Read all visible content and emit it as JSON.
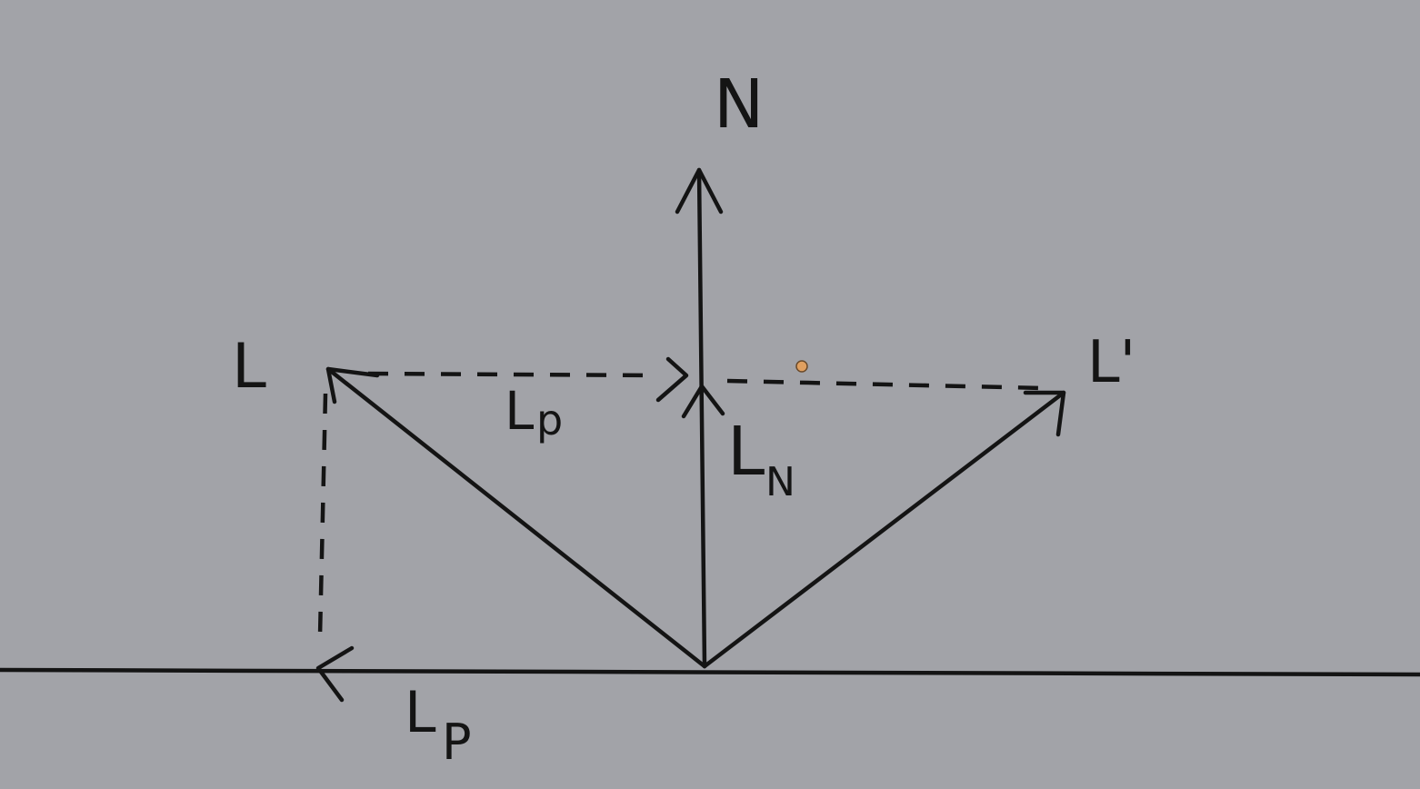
{
  "background_color": "#a2a3a8",
  "ink_color": "#141414",
  "marker_color": "#e0a060",
  "labels": {
    "normal": "N",
    "light": "L",
    "reflected": "L'",
    "projection_upper": "L",
    "projection_upper_sub": "p",
    "normal_component": "L",
    "normal_component_sub": "N",
    "projection_lower": "L",
    "projection_lower_sub": "P"
  }
}
